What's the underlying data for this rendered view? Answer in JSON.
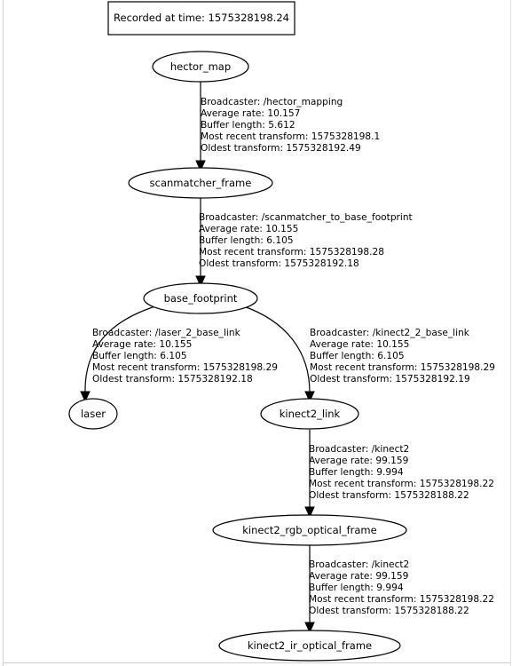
{
  "header": {
    "recorded_text": "Recorded at time: 1575328198.24"
  },
  "nodes": {
    "hector_map": "hector_map",
    "scanmatcher_frame": "scanmatcher_frame",
    "base_footprint": "base_footprint",
    "laser": "laser",
    "kinect2_link": "kinect2_link",
    "kinect2_rgb_optical_frame": "kinect2_rgb_optical_frame",
    "kinect2_ir_optical_frame": "kinect2_ir_optical_frame"
  },
  "edges": {
    "hector_to_scanmatcher": [
      "Broadcaster: /hector_mapping",
      "Average rate: 10.157",
      "Buffer length: 5.612",
      "Most recent transform: 1575328198.1",
      "Oldest transform: 1575328192.49"
    ],
    "scanmatcher_to_base": [
      "Broadcaster: /scanmatcher_to_base_footprint",
      "Average rate: 10.155",
      "Buffer length: 6.105",
      "Most recent transform: 1575328198.28",
      "Oldest transform: 1575328192.18"
    ],
    "base_to_laser": [
      "Broadcaster: /laser_2_base_link",
      "Average rate: 10.155",
      "Buffer length: 6.105",
      "Most recent transform: 1575328198.29",
      "Oldest transform: 1575328192.18"
    ],
    "base_to_kinect2": [
      "Broadcaster: /kinect2_2_base_link",
      "Average rate: 10.155",
      "Buffer length: 6.105",
      "Most recent transform: 1575328198.29",
      "Oldest transform: 1575328192.19"
    ],
    "kinect2_to_rgb": [
      "Broadcaster: /kinect2",
      "Average rate: 99.159",
      "Buffer length: 9.994",
      "Most recent transform: 1575328198.22",
      "Oldest transform: 1575328188.22"
    ],
    "rgb_to_ir": [
      "Broadcaster: /kinect2",
      "Average rate: 99.159",
      "Buffer length: 9.994",
      "Most recent transform: 1575328198.22",
      "Oldest transform: 1575328188.22"
    ]
  }
}
